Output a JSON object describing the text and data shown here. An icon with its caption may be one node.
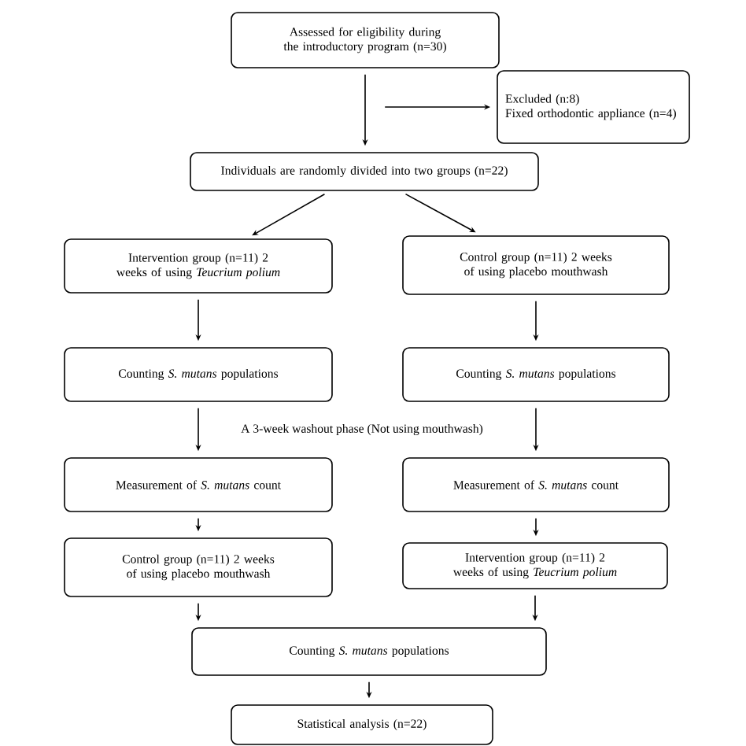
{
  "diagram": {
    "nodes": [
      {
        "text": [
          "Assessed for eligibility during the introductory program (n=30)"
        ]
      },
      {
        "text": [
          "Excluded (n:8)",
          "Fixed orthodontic appliance (n=4)"
        ]
      },
      {
        "text": [
          "Individuals are randomly divided into two groups (n=22)"
        ]
      },
      {
        "text": [
          "Intervention group (n=11) 2 weeks of using *Teucrium polium*"
        ]
      },
      {
        "text": [
          "Control group (n=11) 2 weeks of using placebo mouthwash"
        ]
      },
      {
        "text": [
          "Counting *S. mutans* populations"
        ]
      },
      {
        "text": [
          "Counting *S. mutans* populations"
        ]
      },
      {
        "text": [
          "Measurement of *S. mutans* count"
        ]
      },
      {
        "text": [
          "Measurement of *S. mutans* count"
        ]
      },
      {
        "text": [
          "Control group (n=11) 2 weeks of using placebo mouthwash"
        ]
      },
      {
        "text": [
          "Intervention group (n=11) 2 weeks of using *Teucrium polium*"
        ]
      },
      {
        "text": [
          "Counting *S. mutans* populations"
        ]
      },
      {
        "text": [
          "Statistical analysis (n=22)"
        ]
      }
    ],
    "edges": [
      {
        "from": 0,
        "to": 2,
        "arrow": "to"
      },
      {
        "from": null,
        "to": 1,
        "arrow": "to"
      },
      {
        "from": 2,
        "to": 3,
        "arrow": "to"
      },
      {
        "from": 2,
        "to": 4,
        "arrow": "to"
      },
      {
        "from": 3,
        "to": 5,
        "arrow": "to"
      },
      {
        "from": 4,
        "to": 6,
        "arrow": "to"
      },
      {
        "from": 5,
        "to": 7,
        "arrow": "to"
      },
      {
        "from": 6,
        "to": 8,
        "arrow": "to"
      },
      {
        "from": 7,
        "to": 9,
        "arrow": "to"
      },
      {
        "from": 8,
        "to": 10,
        "arrow": "to"
      },
      {
        "from": 9,
        "to": 11,
        "arrow": "to"
      },
      {
        "from": 10,
        "to": 11,
        "arrow": "to"
      },
      {
        "from": 11,
        "to": 12,
        "arrow": "to"
      }
    ],
    "labels": [
      "A 3-week washout phase (Not using mouthwash)"
    ]
  }
}
